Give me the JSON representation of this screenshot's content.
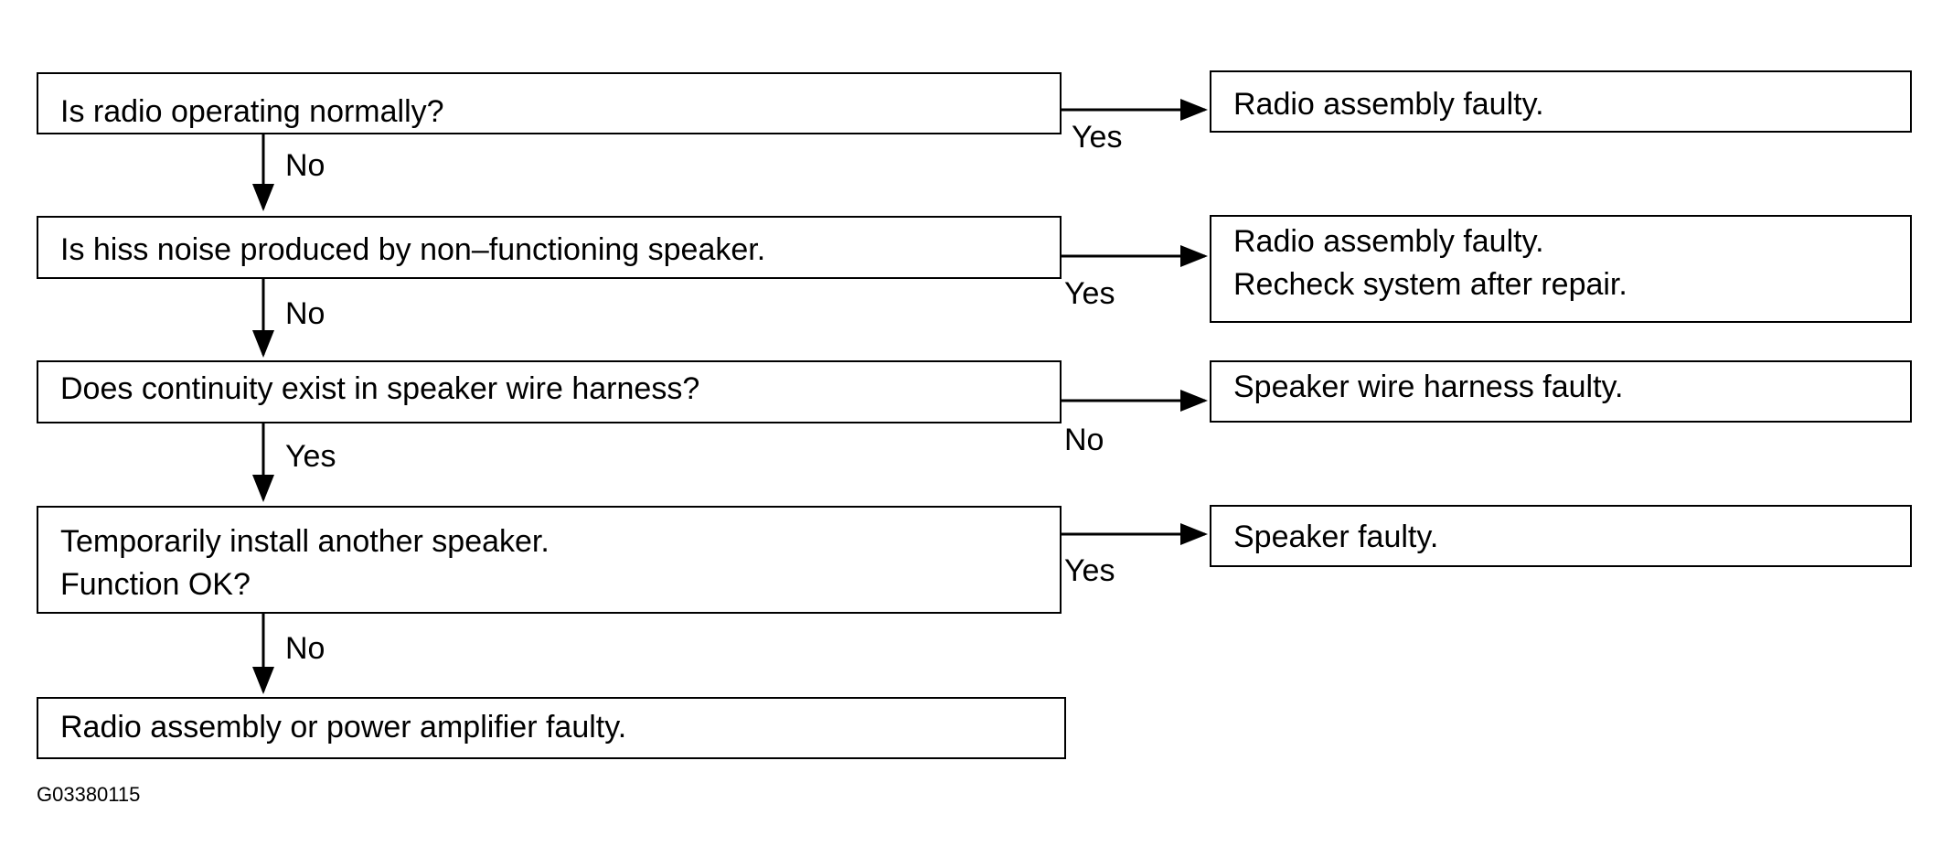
{
  "questions": [
    {
      "lines": [
        "Is radio operating normally?"
      ]
    },
    {
      "lines": [
        "Is hiss noise produced by non–functioning speaker."
      ]
    },
    {
      "lines": [
        "Does continuity exist in speaker wire harness?"
      ]
    },
    {
      "lines": [
        "Temporarily install another speaker.",
        "Function OK?"
      ]
    },
    {
      "lines": [
        "Radio assembly or power amplifier faulty."
      ]
    }
  ],
  "results": [
    {
      "lines": [
        "Radio assembly faulty."
      ]
    },
    {
      "lines": [
        "Radio assembly faulty.",
        "Recheck system after repair."
      ]
    },
    {
      "lines": [
        "Speaker wire harness faulty."
      ]
    },
    {
      "lines": [
        "Speaker faulty."
      ]
    }
  ],
  "side_labels": [
    "Yes",
    "Yes",
    "No",
    "Yes"
  ],
  "down_labels": [
    "No",
    "No",
    "Yes",
    "No"
  ],
  "figure_code": "G03380115"
}
